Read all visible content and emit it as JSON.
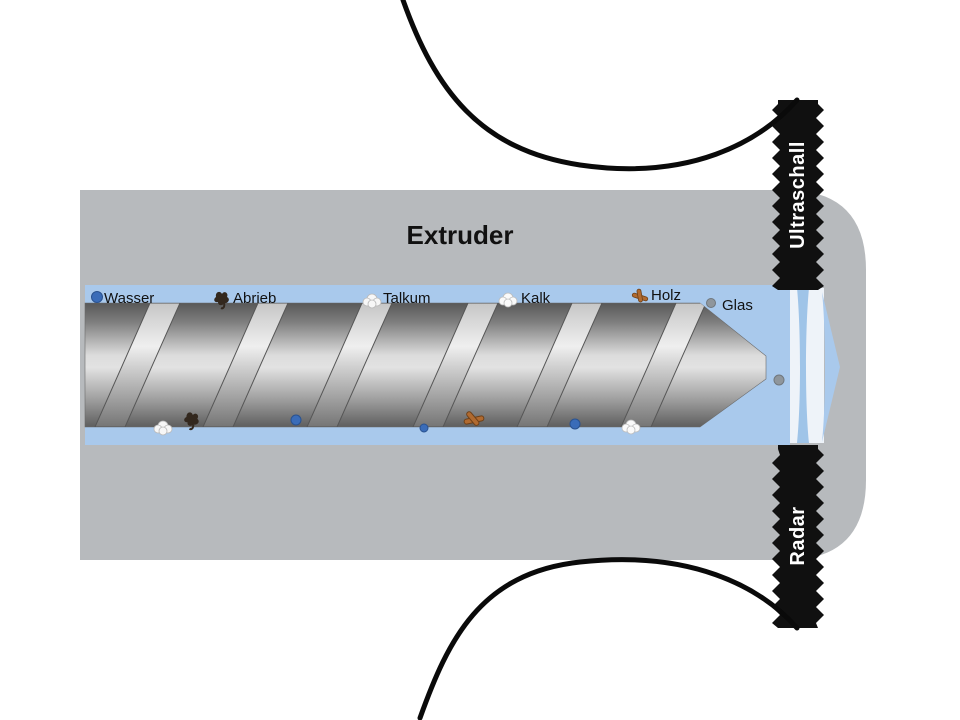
{
  "title": "Extruder",
  "materials": [
    {
      "label": "Wasser",
      "icon": "water-particle-icon"
    },
    {
      "label": "Abrieb",
      "icon": "abrasion-particle-icon"
    },
    {
      "label": "Talkum",
      "icon": "talc-particle-icon"
    },
    {
      "label": "Kalk",
      "icon": "lime-particle-icon"
    },
    {
      "label": "Holz",
      "icon": "wood-particle-icon"
    },
    {
      "label": "Glas",
      "icon": "glass-particle-icon"
    }
  ],
  "sensors": {
    "top_label": "Ultraschall",
    "bottom_label": "Radar"
  },
  "colors": {
    "body_gray": "#b7babd",
    "melt_blue": "#a9c9ec",
    "sensor_black": "#101010",
    "water_blue": "#3a6cb8",
    "wood_brown": "#b06a30",
    "glass_gray": "#8f969c"
  }
}
